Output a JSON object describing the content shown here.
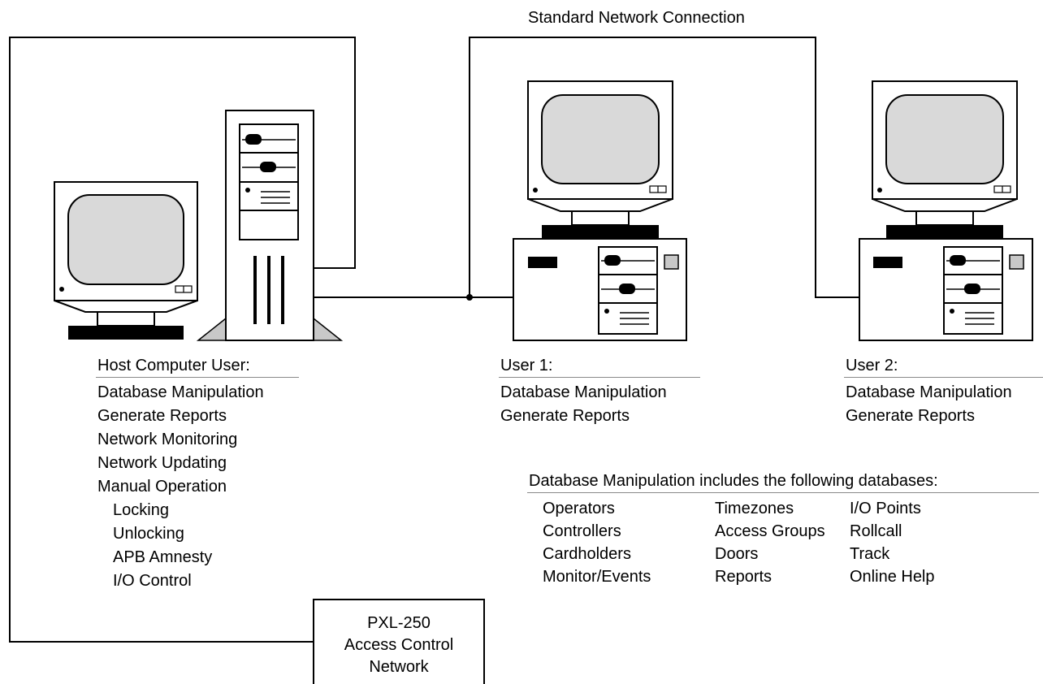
{
  "network_label": "Standard Network Connection",
  "host": {
    "header": "Host Computer User:",
    "functions": [
      "Database Manipulation",
      "Generate Reports",
      "Network Monitoring",
      "Network Updating",
      "Manual Operation"
    ],
    "manual_operation": [
      "Locking",
      "Unlocking",
      "APB Amnesty",
      "I/O Control"
    ]
  },
  "user1": {
    "header": "User 1:",
    "functions": [
      "Database Manipulation",
      "Generate Reports"
    ]
  },
  "user2": {
    "header": "User 2:",
    "functions": [
      "Database Manipulation",
      "Generate Reports"
    ]
  },
  "databases": {
    "header": "Database Manipulation includes the following databases:",
    "columns": [
      [
        "Operators",
        "Controllers",
        "Cardholders",
        "Monitor/Events"
      ],
      [
        "Timezones",
        "Access Groups",
        "Doors",
        "Reports"
      ],
      [
        "I/O Points",
        "Rollcall",
        "Track",
        "Online Help"
      ]
    ]
  },
  "pxl_box": {
    "lines": [
      "PXL-250",
      "Access Control",
      "Network"
    ]
  },
  "colors": {
    "line": "#000000",
    "screen": "#d9d9d9",
    "base": "#c8c8c8",
    "underline": "#8a8a8a"
  }
}
